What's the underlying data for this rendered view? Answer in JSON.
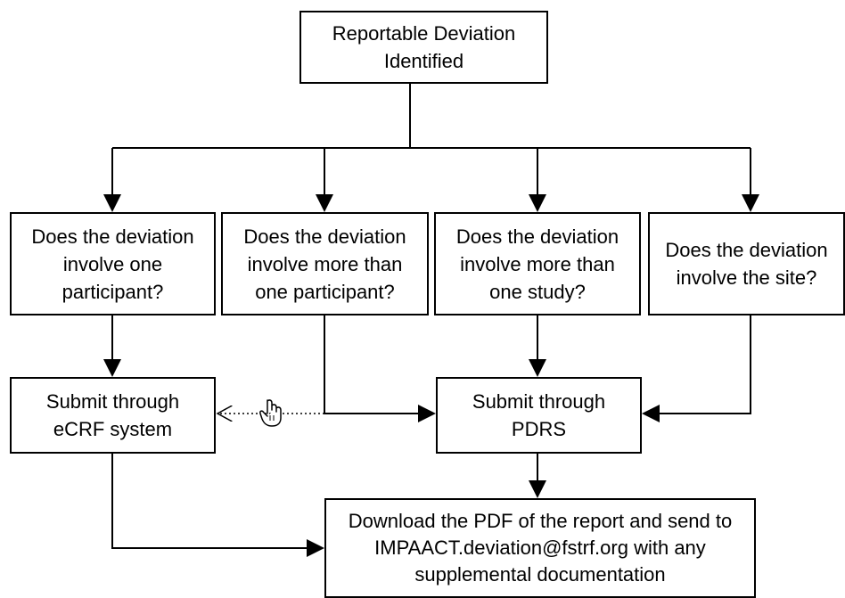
{
  "flowchart": {
    "root": {
      "text": "Reportable Deviation\nIdentified"
    },
    "questions": [
      {
        "text": "Does the deviation\ninvolve one\nparticipant?"
      },
      {
        "text": "Does the deviation\ninvolve more than\none participant?"
      },
      {
        "text": "Does the deviation\ninvolve more than\none study?"
      },
      {
        "text": "Does the deviation\ninvolve the site?"
      }
    ],
    "ecrf": {
      "text": "Submit through\neCRF system"
    },
    "pdrs": {
      "text": "Submit through\nPDRS"
    },
    "download": {
      "text": "Download the PDF of the report and send to\nIMPAACT.deviation@fstrf.org with any\nsupplemental documentation"
    }
  },
  "icons": {
    "pointer": "hand-pointer-icon"
  },
  "colors": {
    "line": "#000000",
    "background": "#ffffff"
  }
}
